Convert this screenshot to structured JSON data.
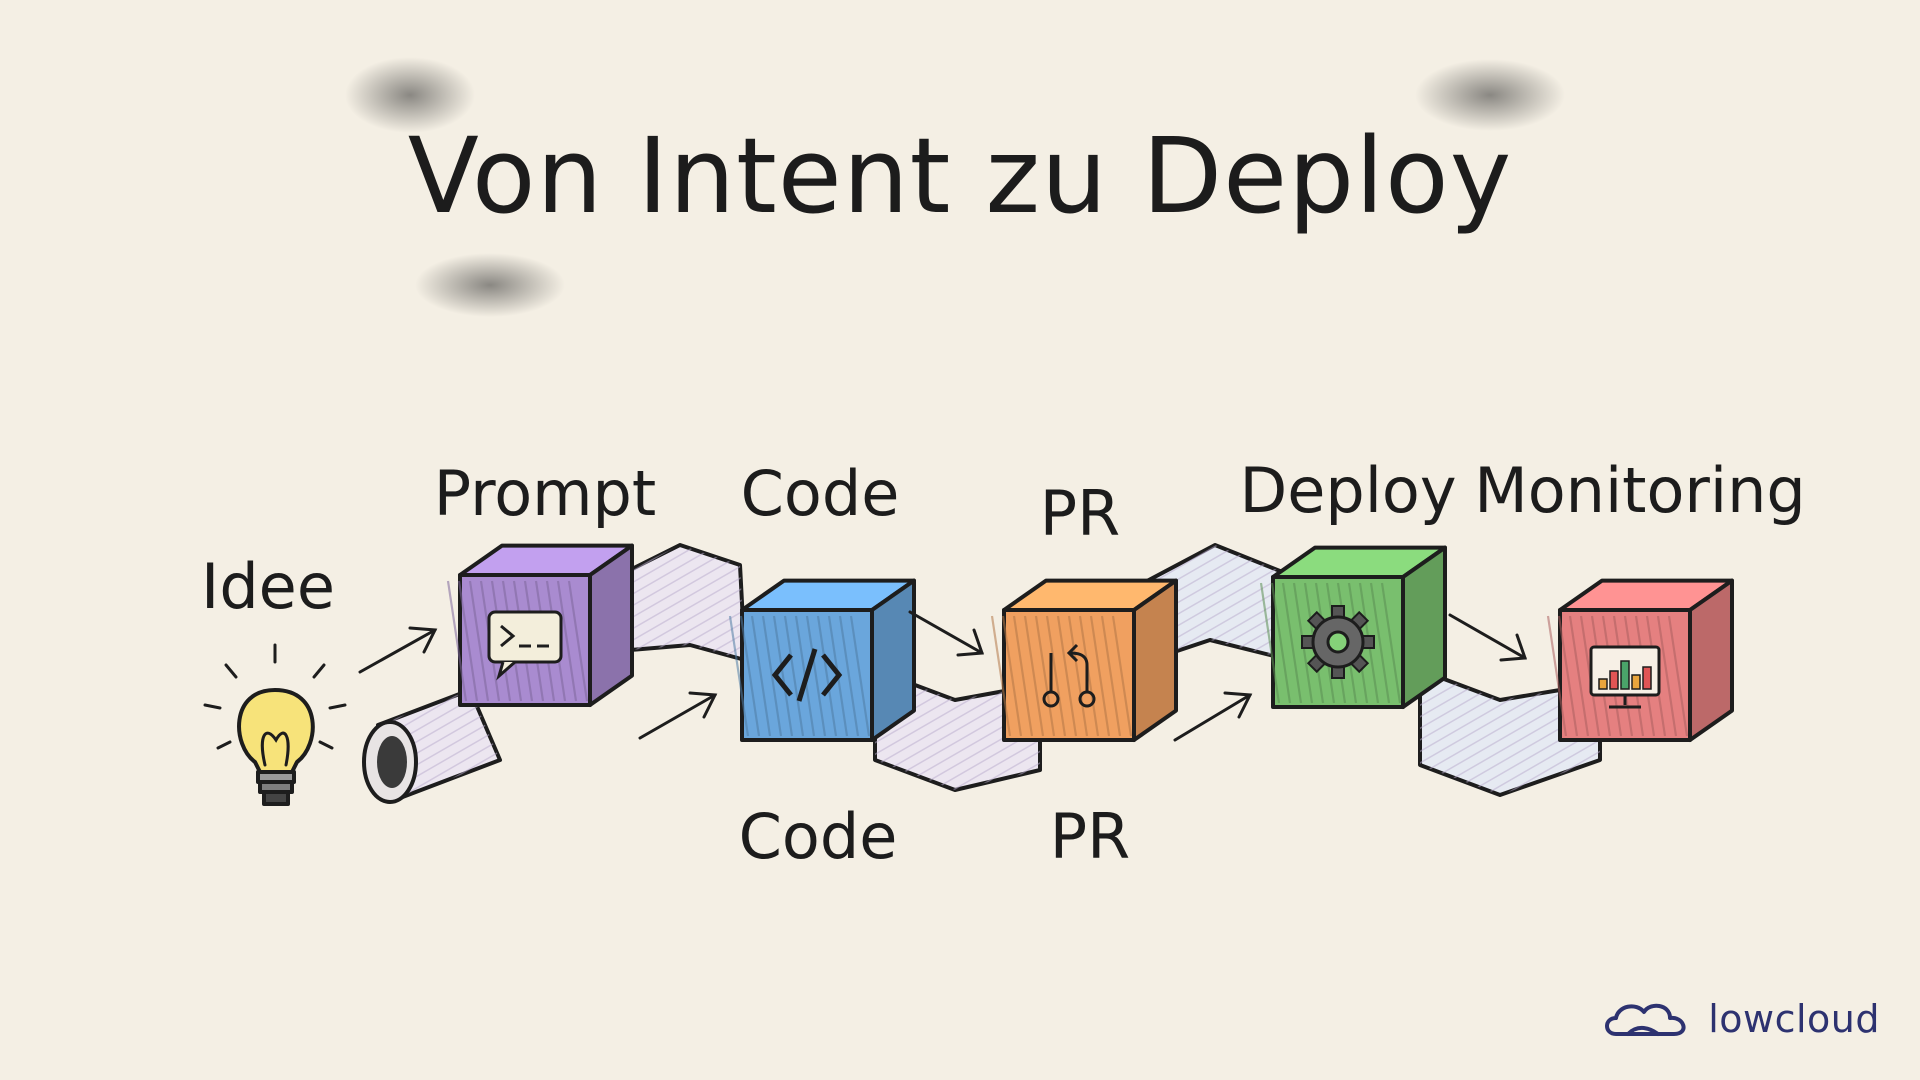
{
  "title": "Von Intent zu Deploy",
  "start_label": "Idee",
  "stages": [
    {
      "label": "Prompt",
      "color": "#a98bd0",
      "icon": "terminal-prompt-icon"
    },
    {
      "label": "Code",
      "color": "#6aa6dc",
      "icon": "code-brackets-icon"
    },
    {
      "label": "PR",
      "color": "#f0a060",
      "icon": "pull-request-icon"
    },
    {
      "label": "Deploy",
      "color": "#79bf6e",
      "icon": "gear-icon"
    },
    {
      "label": "Monitoring",
      "color": "#e58080",
      "icon": "monitor-chart-icon"
    }
  ],
  "lower_labels": [
    "Code",
    "PR"
  ],
  "brand": {
    "name": "lowcloud",
    "color": "#2d3270"
  }
}
